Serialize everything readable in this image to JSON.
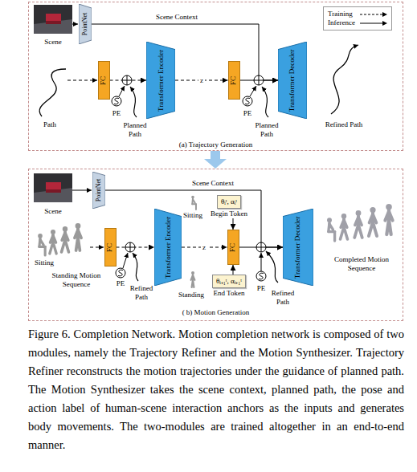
{
  "diagram": {
    "caption": "Figure 6. Completion Network. Motion completion network is composed of two modules, namely the Trajectory Refiner and the Motion Synthesizer. Trajectory Refiner reconstructs the motion trajectories under the guidance of planned path. The Motion Synthesizer takes the scene context, planned path, the pose and action label of human-scene interaction anchors as the inputs and generates body movements. The two-modules are trained altogether in an end-to-end manner.",
    "nodes": [
      {
        "text": [
          "(a) Trajectory Generation"
        ]
      },
      {
        "text": [
          "PointNet"
        ],
        "in": 0
      },
      {
        "text": [
          "FC"
        ],
        "in": 0
      },
      {
        "text": [
          "Transformer Encoder"
        ],
        "in": 0
      },
      {
        "text": [
          "FC"
        ],
        "in": 0
      },
      {
        "text": [
          "Transformer Decoder"
        ],
        "in": 0
      },
      {
        "text": [
          "( b) Motion Generation"
        ]
      },
      {
        "text": [
          "PointNet"
        ],
        "in": 6
      },
      {
        "text": [
          "θᵢᵗ, αᵢᵗ",
          "Begin Token"
        ],
        "in": 6
      },
      {
        "text": [
          "FC"
        ],
        "in": 6
      },
      {
        "text": [
          "Transformer Encoder"
        ],
        "in": 6
      },
      {
        "text": [
          "θᵢ₊₁ᵗ, αᵢ₊₁ᵗ",
          "End Token"
        ],
        "in": 6
      },
      {
        "text": [
          "FC"
        ],
        "in": 6
      },
      {
        "text": [
          "Transformer Decoder"
        ],
        "in": 6
      }
    ],
    "edges": [
      {
        "from": 1,
        "to": 5,
        "arrow": "to",
        "label": "Scene Context"
      },
      {
        "from": 2,
        "to": 3,
        "arrow": "to"
      },
      {
        "from": 3,
        "to": 4,
        "arrow": "to",
        "label": "z"
      },
      {
        "from": 4,
        "to": 5,
        "arrow": "to"
      },
      {
        "from": 0,
        "to": 6,
        "arrow": "to"
      },
      {
        "from": 7,
        "to": 13,
        "arrow": "to",
        "label": "Scene Context"
      },
      {
        "from": 8,
        "to": 12,
        "arrow": "to"
      },
      {
        "from": 9,
        "to": 10,
        "arrow": "to"
      },
      {
        "from": 10,
        "to": 12,
        "arrow": "to",
        "label": "z"
      },
      {
        "from": 11,
        "to": 12,
        "arrow": "to"
      },
      {
        "from": 12,
        "to": 13,
        "arrow": "to"
      }
    ],
    "labels": [
      "Scene",
      "Path",
      "PE",
      "Planned Path",
      "PE",
      "Planned Path",
      "Refined Path",
      "Scene",
      "Sitting",
      "Sitting",
      "Standing Motion Sequence",
      "PE",
      "Refined Path",
      "Standing",
      "PE",
      "Refined Path",
      "Completed Motion Sequence"
    ],
    "legend": [
      {
        "text": "Training"
      },
      {
        "text": "Inference"
      }
    ]
  }
}
